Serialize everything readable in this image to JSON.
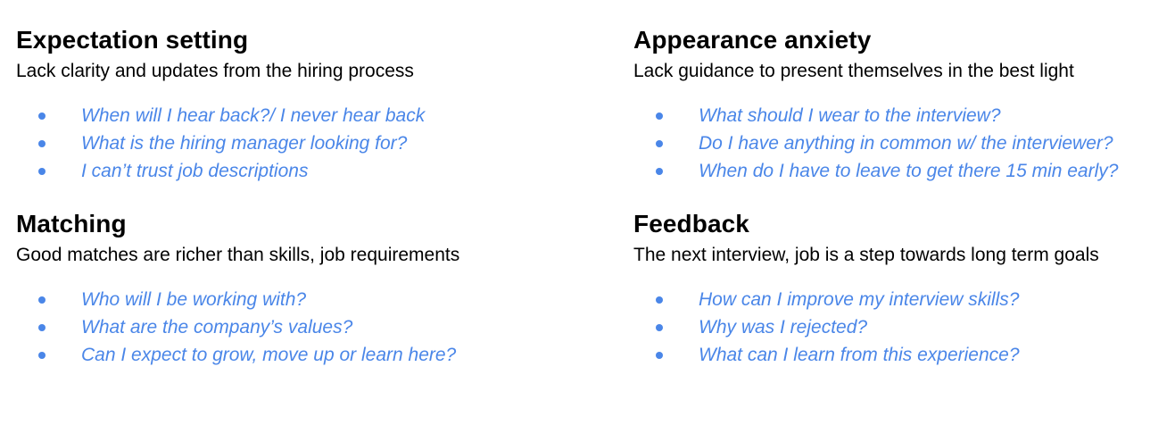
{
  "sections": [
    {
      "title": "Expectation setting",
      "subtitle": "Lack clarity and updates from the hiring process",
      "items": [
        "When will I hear back?/ I never hear back",
        "What is the hiring manager looking for?",
        "I can’t trust job descriptions"
      ]
    },
    {
      "title": "Appearance anxiety",
      "subtitle": "Lack guidance to present themselves in the best light",
      "items": [
        "What should I wear to the interview?",
        "Do I have anything in common w/ the interviewer?",
        "When do I have to leave to get there 15 min early?"
      ]
    },
    {
      "title": "Matching",
      "subtitle": "Good matches are richer than skills, job requirements",
      "items": [
        "Who will I be working with?",
        "What are the company’s values?",
        "Can I expect to grow, move up or learn here?"
      ]
    },
    {
      "title": "Feedback",
      "subtitle": "The next interview, job is a step towards long term goals",
      "items": [
        "How can I improve my interview skills?",
        "Why was I rejected?",
        "What can I learn from this experience?"
      ]
    }
  ],
  "colors": {
    "accent": "#4a86e8",
    "text": "#000000",
    "background": "#ffffff"
  }
}
